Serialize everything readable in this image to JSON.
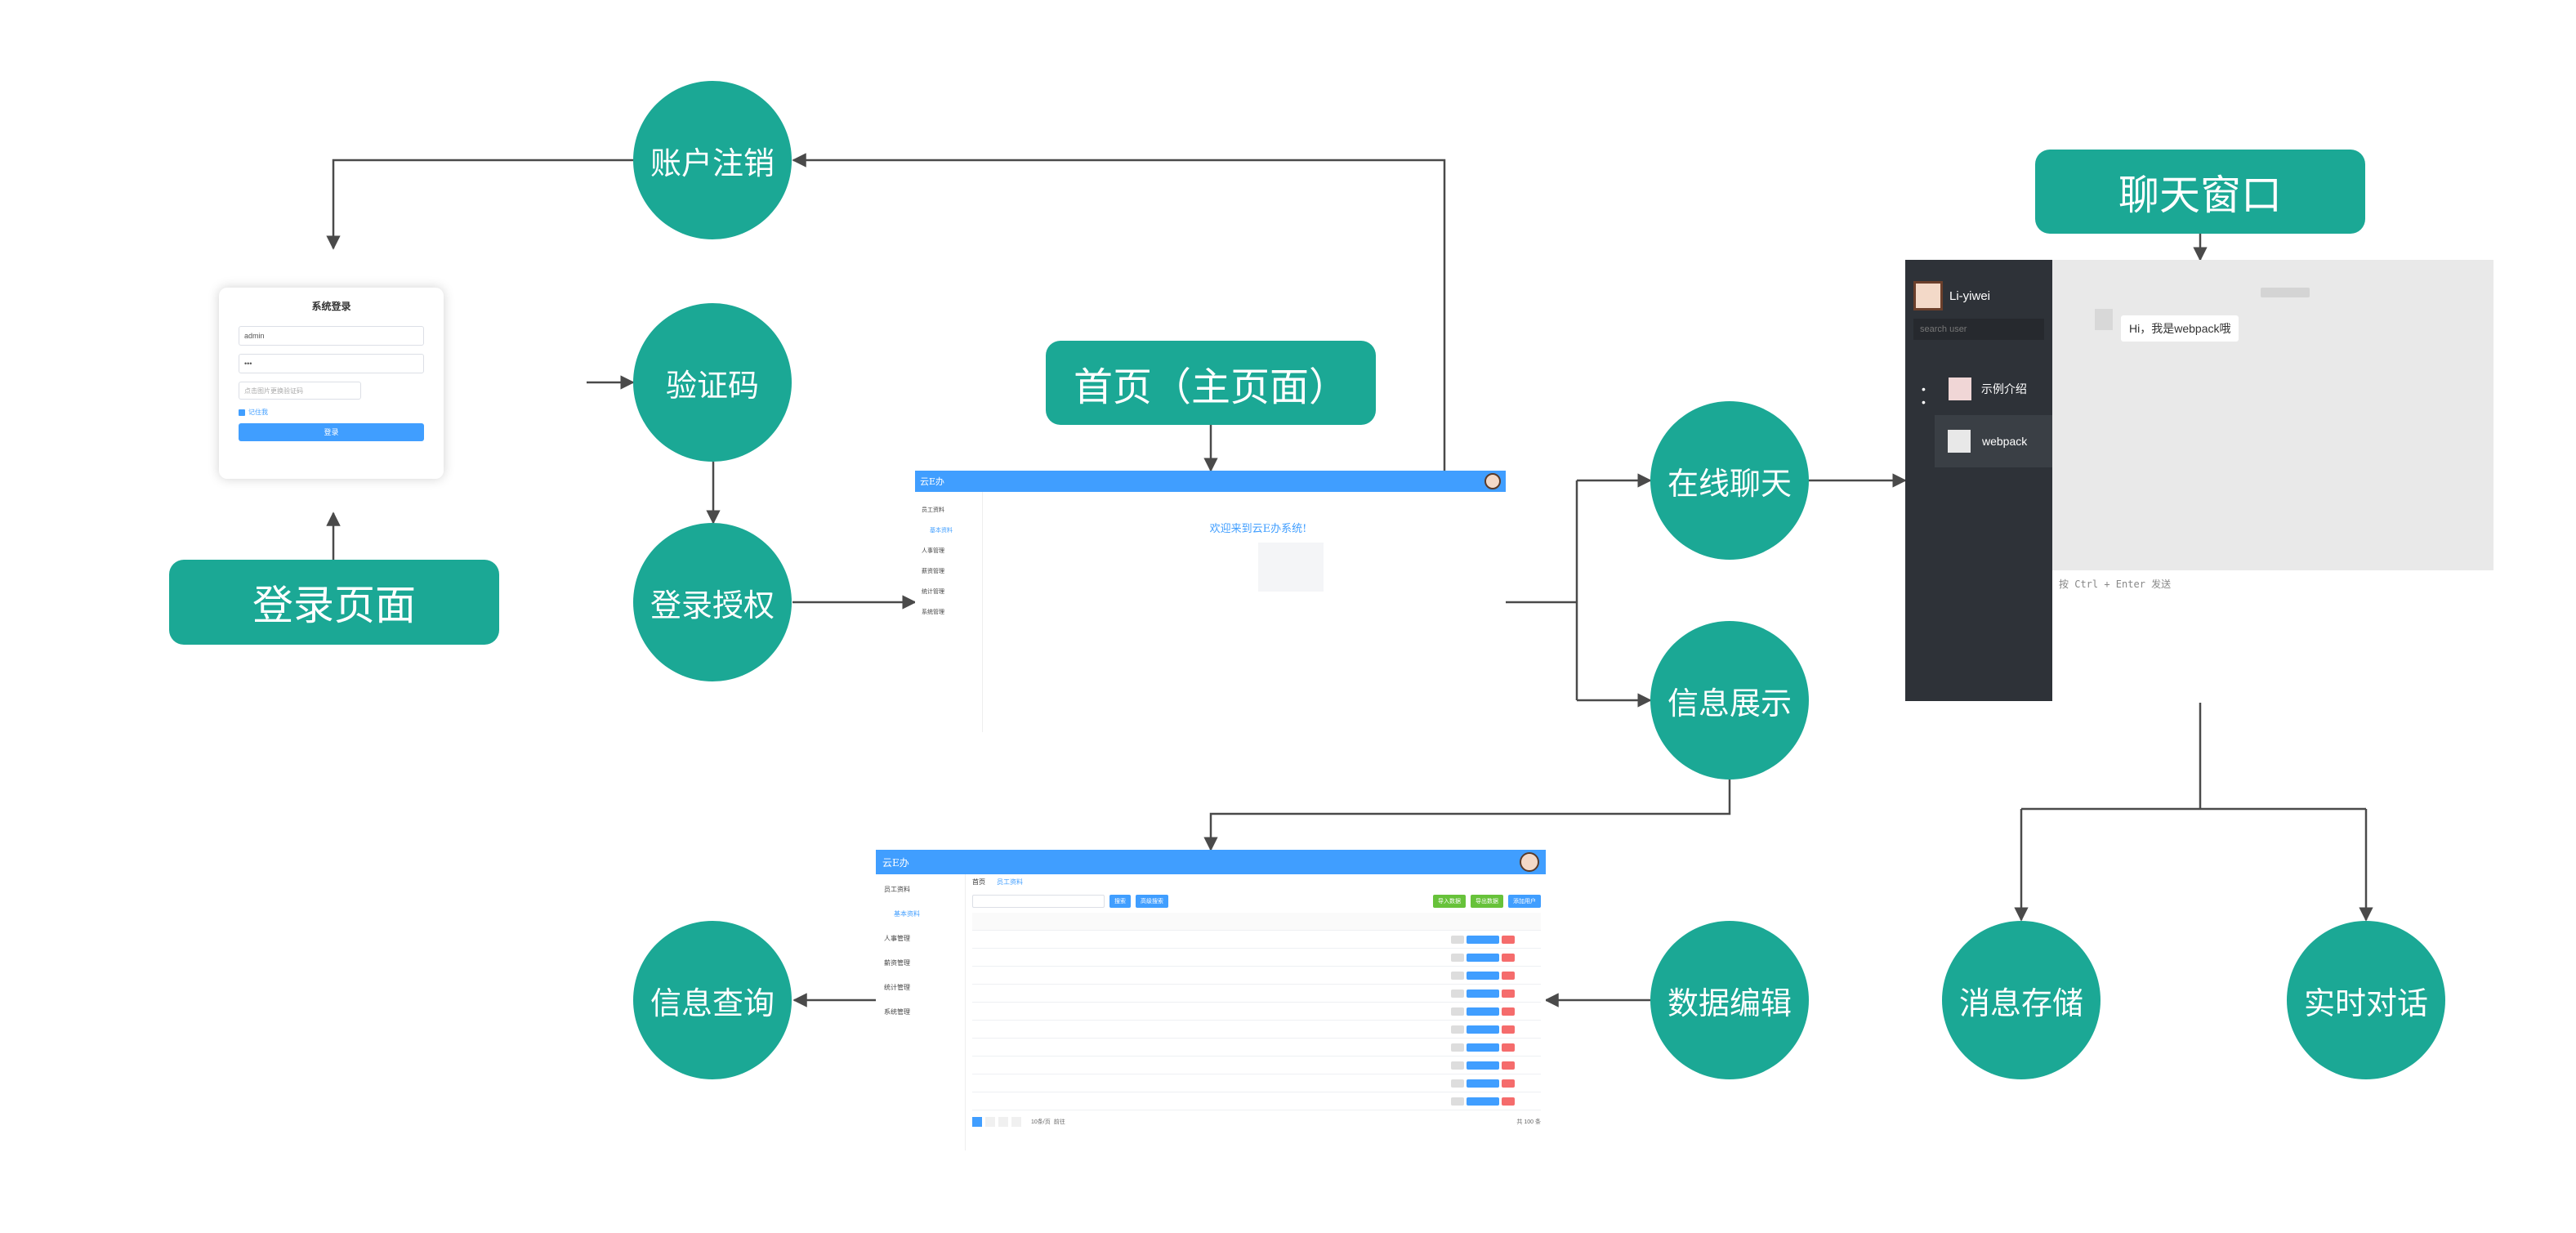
{
  "nodes": {
    "logout": "账户注销",
    "captcha": "验证码",
    "auth": "登录授权",
    "home": "首页（主页面）",
    "login_page": "登录页面",
    "online_chat": "在线聊天",
    "info_display": "信息展示",
    "chat_window": "聊天窗口",
    "info_query": "信息查询",
    "data_edit": "数据编辑",
    "msg_store": "消息存储",
    "realtime": "实时对话"
  },
  "login_form": {
    "title": "系统登录",
    "username": "admin",
    "password": "•••",
    "captcha_placeholder": "点击图片更换验证码",
    "remember": "记住我",
    "submit": "登录"
  },
  "home_shot": {
    "brand": "云E办",
    "welcome": "欢迎来到云E办系统!",
    "menu": [
      "员工资料",
      "基本资料",
      "人事管理",
      "薪资管理",
      "统计管理",
      "系统管理"
    ]
  },
  "chat_shot": {
    "user": "Li-yiwei",
    "search_placeholder": "search user",
    "contacts": [
      "示例介绍",
      "webpack"
    ],
    "message": "Hi，我是webpack哦",
    "hint": "按 Ctrl + Enter 发送"
  },
  "table_shot": {
    "brand": "云E办",
    "tabs": [
      "首页",
      "员工资料"
    ],
    "menu": [
      "员工资料",
      "基本资料",
      "人事管理",
      "薪资管理",
      "统计管理",
      "系统管理"
    ],
    "search_button": "搜索",
    "advanced_button": "高级搜索",
    "import_button": "导入数据",
    "export_button": "导出数据",
    "add_button": "添加用户",
    "page_size": "10条/页",
    "total": "共 100 条",
    "goto": "前往"
  },
  "colors": {
    "teal": "#1ba895",
    "blue": "#409eff",
    "line": "#4a4a4a",
    "chat_sidebar": "#2e3238"
  }
}
